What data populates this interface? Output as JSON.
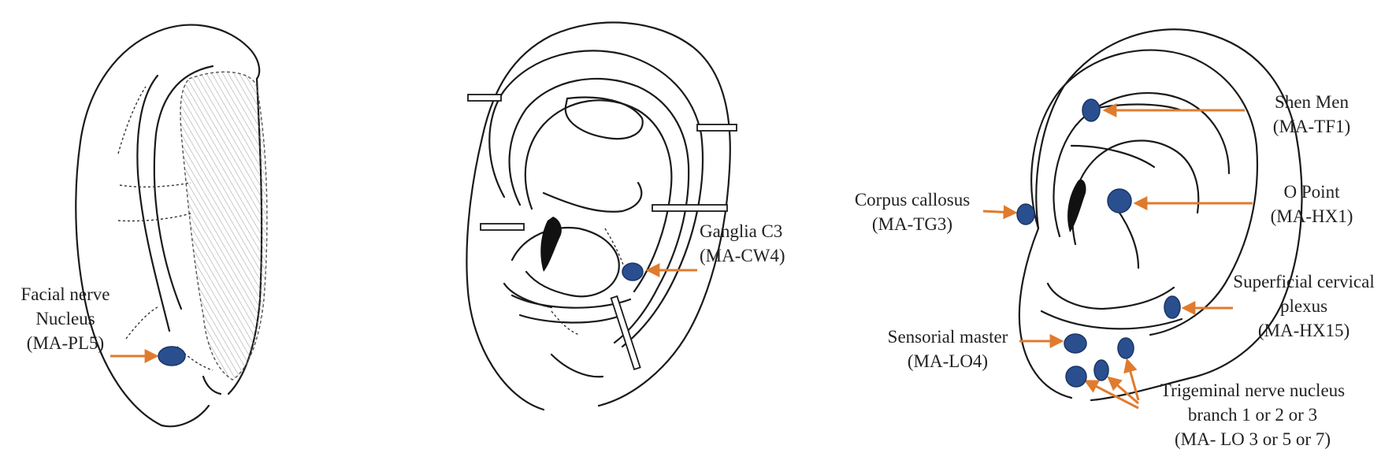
{
  "colors": {
    "arrow": "#e07b2e",
    "point": "#2a4f8f",
    "point_edge": "#1a3566",
    "line": "#1a1a1a",
    "hatch": "#8a8a8a"
  },
  "panel_left": {
    "points": [
      {
        "lines": [
          "Facial nerve",
          "Nucleus",
          "(MA-PL5)"
        ]
      }
    ]
  },
  "panel_middle": {
    "points": [
      {
        "lines": [
          "Ganglia C3",
          "(MA-CW4)"
        ]
      }
    ]
  },
  "panel_right": {
    "points": [
      {
        "lines": [
          "Shen Men",
          "(MA-TF1)"
        ]
      },
      {
        "lines": [
          "O Point",
          "(MA-HX1)"
        ]
      },
      {
        "lines": [
          "Corpus callosus",
          "(MA-TG3)"
        ]
      },
      {
        "lines": [
          "Superficial cervical",
          "plexus",
          "(MA-HX15)"
        ]
      },
      {
        "lines": [
          "Sensorial master",
          "(MA-LO4)"
        ]
      },
      {
        "lines": [
          "Trigeminal nerve nucleus",
          "branch 1 or 2 or 3",
          "(MA- LO 3 or 5 or 7)"
        ]
      }
    ]
  }
}
